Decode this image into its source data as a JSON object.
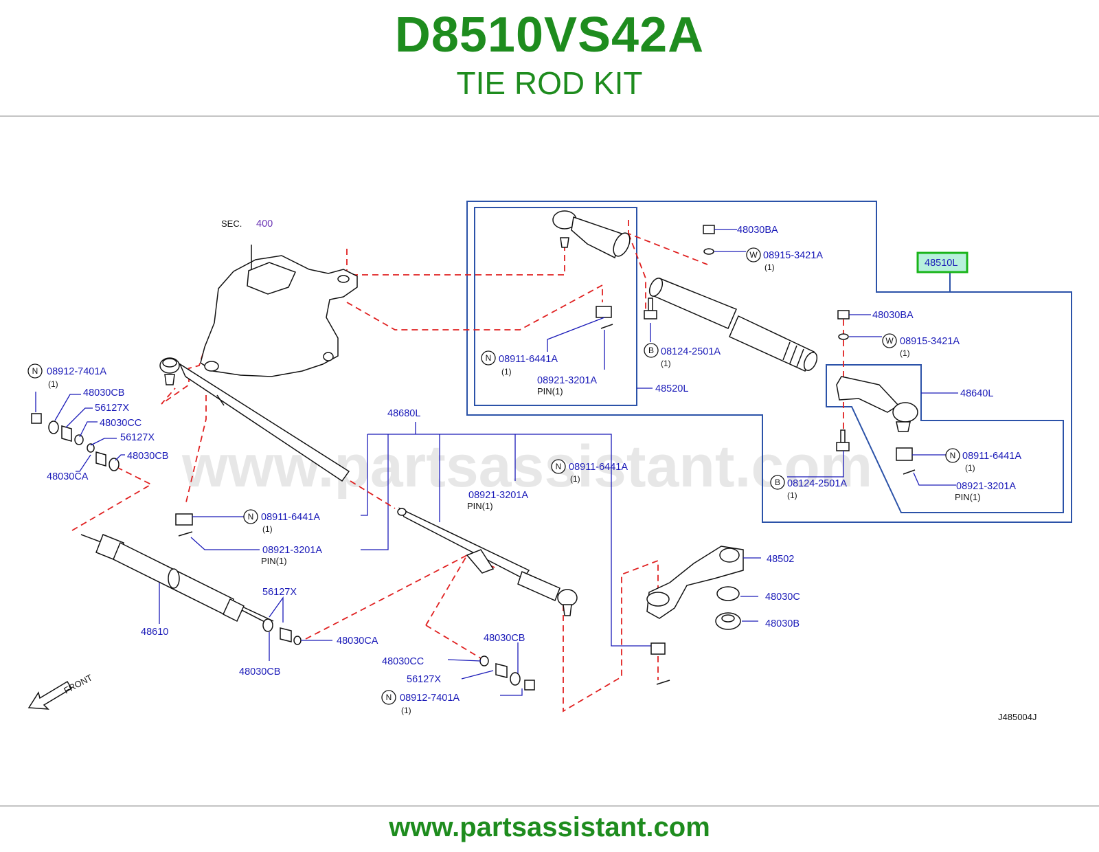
{
  "header": {
    "part_number": "D8510VS42A",
    "title": "TIE ROD KIT"
  },
  "footer": {
    "url": "www.partsassistant.com"
  },
  "diagram": {
    "watermark": "www.partsassistant.com",
    "section_prefix": "SEC.",
    "section_number": "400",
    "figure_code": "J485004J",
    "front_label": "FRONT",
    "highlighted_part": "48510L",
    "badges": {
      "n": "N",
      "w": "W",
      "b": "B"
    },
    "labels": {
      "p48030BA_1": "48030BA",
      "p08915_1": "08915-3421A",
      "p08915_1_qty": "(1)",
      "p48030BA_2": "48030BA",
      "p08915_2": "08915-3421A",
      "p08915_2_qty": "(1)",
      "p08124_1": "08124-2501A",
      "p08124_1_qty": "(1)",
      "p08911_1": "08911-6441A",
      "p08911_1_qty": "(1)",
      "p08921_1": "08921-3201A",
      "p08921_1_pin": "PIN(1)",
      "p48520L": "48520L",
      "p48640L": "48640L",
      "p08911_2": "08911-6441A",
      "p08911_2_qty": "(1)",
      "p08921_2": "08921-3201A",
      "p08921_2_pin": "PIN(1)",
      "p08124_2": "08124-2501A",
      "p08124_2_qty": "(1)",
      "p48680L": "48680L",
      "p08911_3": "08911-6441A",
      "p08911_3_qty": "(1)",
      "p08921_3": "08921-3201A",
      "p08921_3_pin": "PIN(1)",
      "p08911_4": "08911-6441A",
      "p08911_4_qty": "(1)",
      "p08921_4": "08921-3201A",
      "p08921_4_pin": "PIN(1)",
      "p08912_1": "08912-7401A",
      "p08912_1_qty": "(1)",
      "p48030CB_1": "48030CB",
      "p56127X_1": "56127X",
      "p48030CC_1": "48030CC",
      "p56127X_2": "56127X",
      "p48030CB_2": "48030CB",
      "p48030CA_1": "48030CA",
      "p48610": "48610",
      "p56127X_3": "56127X",
      "p48030CA_2": "48030CA",
      "p48030CB_3": "48030CB",
      "p48030CB_4": "48030CB",
      "p48030CC_2": "48030CC",
      "p56127X_4": "56127X",
      "p08912_2": "08912-7401A",
      "p08912_2_qty": "(1)",
      "p48502": "48502",
      "p48030C": "48030C",
      "p48030B": "48030B"
    }
  }
}
